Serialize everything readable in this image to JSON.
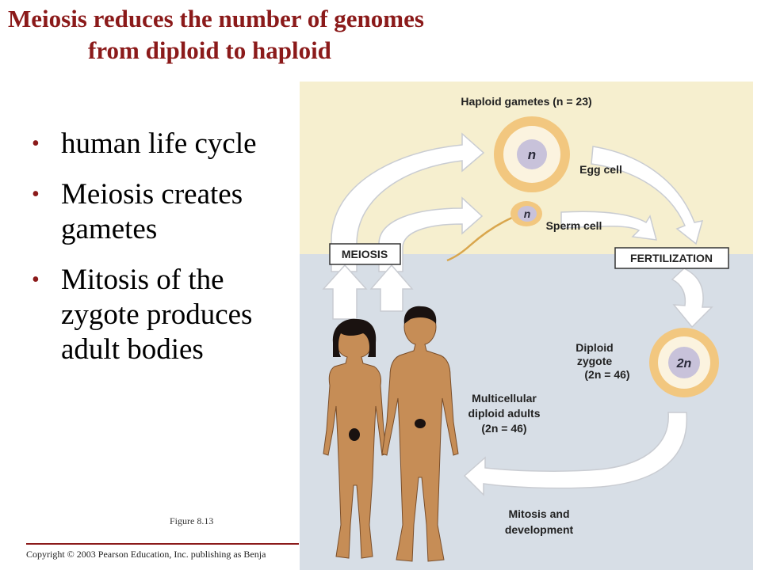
{
  "title": {
    "line1": "Meiosis reduces the number of genomes",
    "line2": "from diploid to haploid"
  },
  "bullets": [
    "human life cycle",
    "Meiosis creates gametes",
    "Mitosis of the zygote produces adult bodies"
  ],
  "figure_caption": "Figure 8.13",
  "copyright": "Copyright © 2003 Pearson Education, Inc. publishing as Benja",
  "diagram": {
    "haploid_gametes": "Haploid gametes (n = 23)",
    "egg_cell_label": "Egg cell",
    "egg_nucleus": "n",
    "sperm_cell_label": "Sperm cell",
    "sperm_nucleus": "n",
    "meiosis_box": "MEIOSIS",
    "fertilization_box": "FERTILIZATION",
    "zygote_lines": [
      "Diploid",
      "zygote",
      "(2n = 46)"
    ],
    "zygote_nucleus": "2n",
    "adults_lines": [
      "Multicellular",
      "diploid adults",
      "(2n = 46)"
    ],
    "mitosis_lines": [
      "Mitosis and",
      "development"
    ],
    "colors": {
      "haploid_bg": "#f6efcf",
      "diploid_bg": "#d7dee6",
      "arrow_fill": "#ffffff",
      "cell_outer": "#f2c77f",
      "cell_inner": "#fbf3df",
      "nucleus": "#c8c2da",
      "skin": "#c68d56",
      "hair": "#1a1210",
      "title_red": "#8b1a1a"
    }
  }
}
